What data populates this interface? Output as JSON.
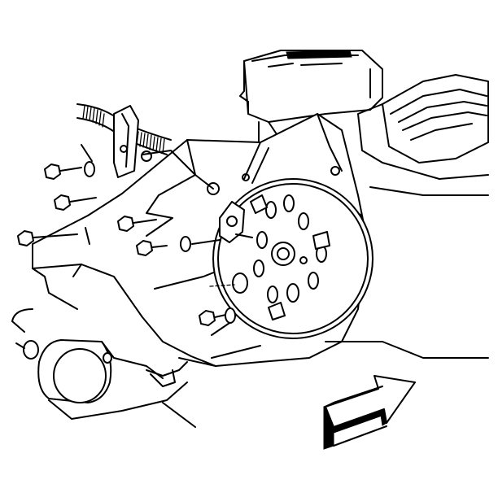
{
  "figure": {
    "colors": {
      "ink": "#000000",
      "paper": "#ffffff"
    },
    "parts": [
      "engine-block",
      "valve-cover-left",
      "valve-cover-right",
      "transmission-case",
      "flexplate",
      "wiring-harness",
      "harness-bracket",
      "starter-motor",
      "bolts",
      "washers",
      "direction-arrow"
    ]
  }
}
